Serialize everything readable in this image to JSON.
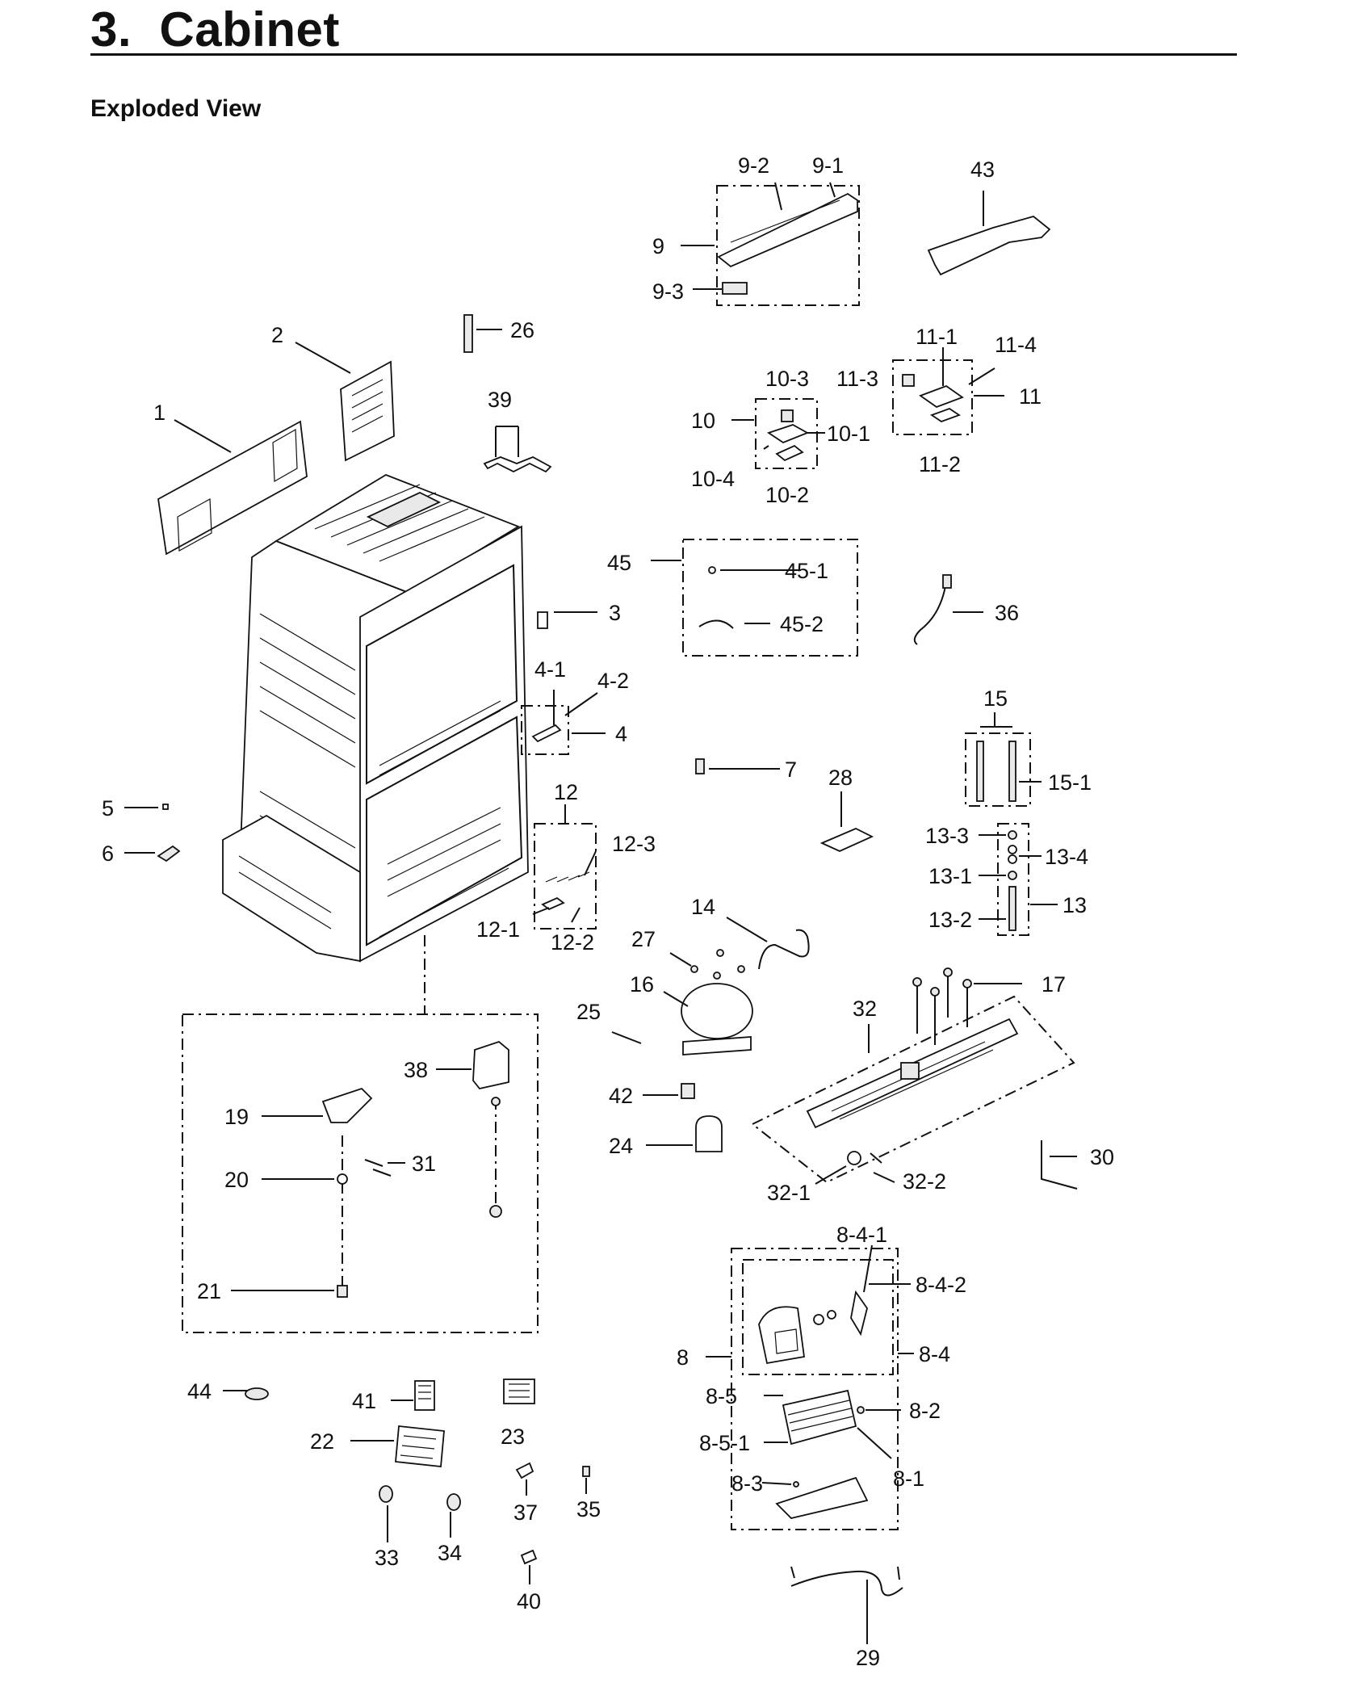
{
  "page": {
    "title": "3.  Cabinet",
    "subtitle": "Exploded View"
  },
  "labels": {
    "l1": "1",
    "l2": "2",
    "l3": "3",
    "l4": "4",
    "l4_1": "4-1",
    "l4_2": "4-2",
    "l5": "5",
    "l6": "6",
    "l7": "7",
    "l8": "8",
    "l8_1": "8-1",
    "l8_2": "8-2",
    "l8_3": "8-3",
    "l8_4": "8-4",
    "l8_4_1": "8-4-1",
    "l8_4_2": "8-4-2",
    "l8_5": "8-5",
    "l8_5_1": "8-5-1",
    "l9": "9",
    "l9_1": "9-1",
    "l9_2": "9-2",
    "l9_3": "9-3",
    "l10": "10",
    "l10_1": "10-1",
    "l10_2": "10-2",
    "l10_3": "10-3",
    "l10_4": "10-4",
    "l11": "11",
    "l11_1": "11-1",
    "l11_2": "11-2",
    "l11_3": "11-3",
    "l11_4": "11-4",
    "l12": "12",
    "l12_1": "12-1",
    "l12_2": "12-2",
    "l12_3": "12-3",
    "l13": "13",
    "l13_1": "13-1",
    "l13_2": "13-2",
    "l13_3": "13-3",
    "l13_4": "13-4",
    "l14": "14",
    "l15": "15",
    "l15_1": "15-1",
    "l16": "16",
    "l17": "17",
    "l19": "19",
    "l20": "20",
    "l21": "21",
    "l22": "22",
    "l23": "23",
    "l24": "24",
    "l25": "25",
    "l26": "26",
    "l27": "27",
    "l28": "28",
    "l29": "29",
    "l30": "30",
    "l31": "31",
    "l32": "32",
    "l32_1": "32-1",
    "l32_2": "32-2",
    "l33": "33",
    "l34": "34",
    "l35": "35",
    "l36": "36",
    "l37": "37",
    "l38": "38",
    "l39": "39",
    "l40": "40",
    "l41": "41",
    "l42": "42",
    "l43": "43",
    "l44": "44",
    "l45": "45",
    "l45_1": "45-1",
    "l45_2": "45-2"
  }
}
